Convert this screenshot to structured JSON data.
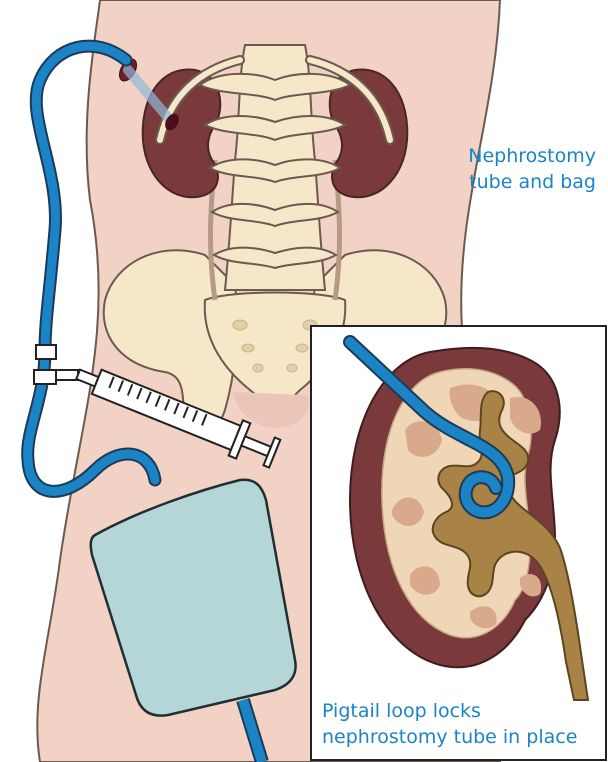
{
  "labels": {
    "main_line1": "Nephrostomy",
    "main_line2": "tube and bag",
    "inset_line1": "Pigtail loop locks",
    "inset_line2": "nephrostomy tube in place"
  },
  "colors": {
    "skin": "#f2d2c4",
    "skin_outline": "#6b5a52",
    "bone": "#f6e7c8",
    "kidney": "#7a3a3c",
    "kidney_cortex": "#efd6b6",
    "pelvis_urine": "#a98346",
    "medulla": "#d9a98c",
    "tube": "#1b84c6",
    "bag": "#b4d6d7",
    "label_text": "#1b84c6"
  }
}
